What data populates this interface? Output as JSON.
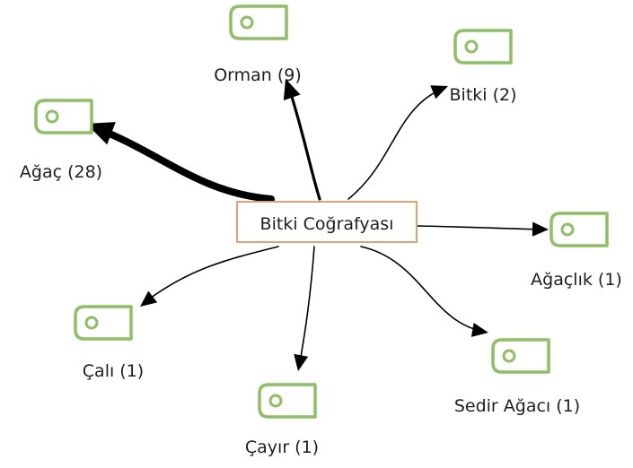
{
  "center": {
    "label": "Bitki Coğrafyası",
    "border_color": "#e0a070"
  },
  "edge_color": "#000000",
  "node_icon": {
    "name": "tag-icon",
    "color": "#8cc063"
  },
  "nodes": [
    {
      "id": "orman",
      "label": "Orman (9)",
      "weight": 9
    },
    {
      "id": "bitki",
      "label": "Bitki (2)",
      "weight": 2
    },
    {
      "id": "agac",
      "label": "Ağaç (28)",
      "weight": 28
    },
    {
      "id": "agaclik",
      "label": "Ağaçlık (1)",
      "weight": 1
    },
    {
      "id": "cali",
      "label": "Çalı (1)",
      "weight": 1
    },
    {
      "id": "cayir",
      "label": "Çayır (1)",
      "weight": 1
    },
    {
      "id": "sedir",
      "label": "Sedir Ağacı (1)",
      "weight": 1
    }
  ]
}
